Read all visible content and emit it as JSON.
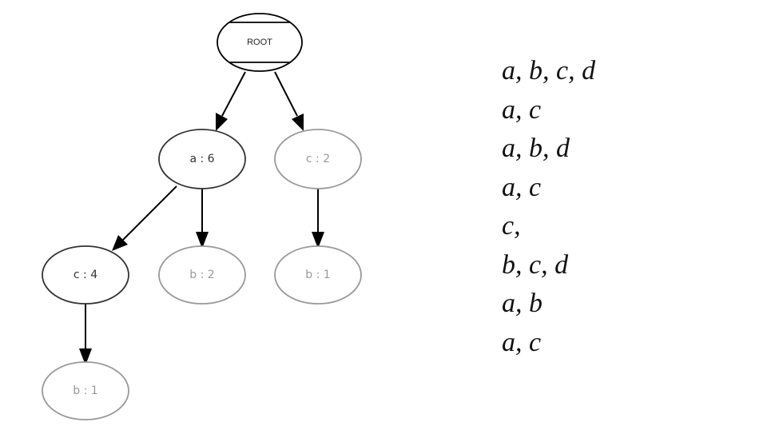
{
  "tree": {
    "root": {
      "label": "ROOT",
      "color": "#000000"
    },
    "nodes": [
      {
        "id": "a6",
        "label": "a : 6",
        "color": "#333333",
        "text_color": "#333333"
      },
      {
        "id": "c2",
        "label": "c : 2",
        "color": "#999999",
        "text_color": "#999999"
      },
      {
        "id": "c4",
        "label": "c : 4",
        "color": "#333333",
        "text_color": "#333333"
      },
      {
        "id": "b2",
        "label": "b : 2",
        "color": "#999999",
        "text_color": "#999999"
      },
      {
        "id": "b1_right",
        "label": "b : 1",
        "color": "#999999",
        "text_color": "#999999"
      },
      {
        "id": "b1_bottom",
        "label": "b : 1",
        "color": "#999999",
        "text_color": "#999999"
      }
    ],
    "edges": [
      {
        "from": "ROOT",
        "to": "a : 6"
      },
      {
        "from": "ROOT",
        "to": "c : 2"
      },
      {
        "from": "a : 6",
        "to": "c : 4"
      },
      {
        "from": "a : 6",
        "to": "b : 2"
      },
      {
        "from": "c : 2",
        "to": "b : 1"
      },
      {
        "from": "c : 4",
        "to": "b : 1"
      }
    ]
  },
  "transactions": [
    "a, b, c, d",
    "a, c",
    "a, b, d",
    "a, c",
    "c,",
    "b, c, d",
    "a, b",
    "a, c"
  ]
}
